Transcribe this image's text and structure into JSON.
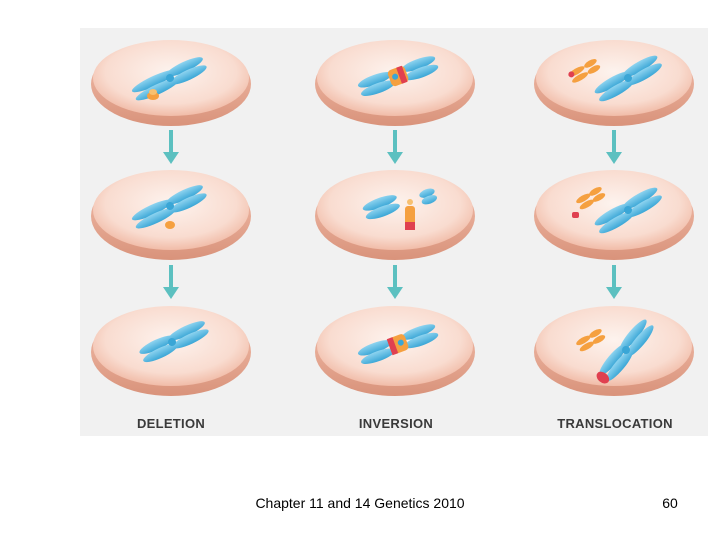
{
  "figure": {
    "columns": [
      {
        "label": "DELETION"
      },
      {
        "label": "INVERSION"
      },
      {
        "label": "TRANSLOCATION"
      }
    ]
  },
  "footer": {
    "text": "Chapter 11 and 14 Genetics 2010",
    "page_number": "60"
  },
  "colors": {
    "cell_fill": "#f7cfc0",
    "cell_rim": "#e8a890",
    "chromosome": "#5ab8e0",
    "segment_orange": "#f5a040",
    "segment_red": "#e04050",
    "arrow": "#5cc0c0",
    "panel_bg": "#f1f1f1"
  }
}
